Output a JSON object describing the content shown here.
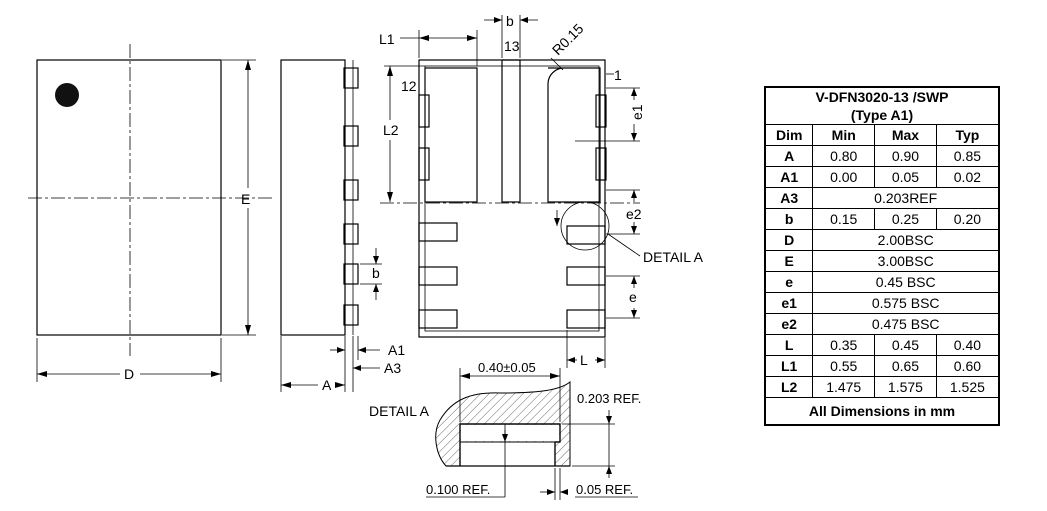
{
  "drawing": {
    "top_view": {
      "dim_d": "D",
      "dim_e": "E"
    },
    "side_view": {
      "dim_a": "A",
      "dim_a1": "A1",
      "dim_a3": "A3",
      "dim_b": "b"
    },
    "bottom_view": {
      "dim_l1": "L1",
      "dim_l2": "L2",
      "dim_b": "b",
      "dim_r": "R0.15",
      "pin_13": "13",
      "pin_12": "12",
      "pin_1": "1",
      "dim_e1": "e1",
      "dim_e2": "e2",
      "dim_e": "e",
      "dim_l": "L",
      "detail_callout": "DETAIL A"
    },
    "detail": {
      "title": "DETAIL A",
      "width": "0.40±0.05",
      "height": "0.203 REF.",
      "bottom_left": "0.100 REF.",
      "bottom_right": "0.05 REF."
    }
  },
  "table": {
    "title_line1": "V-DFN3020-13 /SWP",
    "title_line2": "(Type A1)",
    "headers": [
      "Dim",
      "Min",
      "Max",
      "Typ"
    ],
    "rows": [
      {
        "dim": "A",
        "min": "0.80",
        "max": "0.90",
        "typ": "0.85"
      },
      {
        "dim": "A1",
        "min": "0.00",
        "max": "0.05",
        "typ": "0.02"
      },
      {
        "dim": "A3",
        "span": "0.203REF"
      },
      {
        "dim": "b",
        "min": "0.15",
        "max": "0.25",
        "typ": "0.20"
      },
      {
        "dim": "D",
        "span": "2.00BSC"
      },
      {
        "dim": "E",
        "span": "3.00BSC"
      },
      {
        "dim": "e",
        "span": "0.45 BSC"
      },
      {
        "dim": "e1",
        "span": "0.575 BSC"
      },
      {
        "dim": "e2",
        "span": "0.475 BSC"
      },
      {
        "dim": "L",
        "min": "0.35",
        "max": "0.45",
        "typ": "0.40"
      },
      {
        "dim": "L1",
        "min": "0.55",
        "max": "0.65",
        "typ": "0.60"
      },
      {
        "dim": "L2",
        "min": "1.475",
        "max": "1.575",
        "typ": "1.525"
      }
    ],
    "footer": "All Dimensions in mm"
  }
}
